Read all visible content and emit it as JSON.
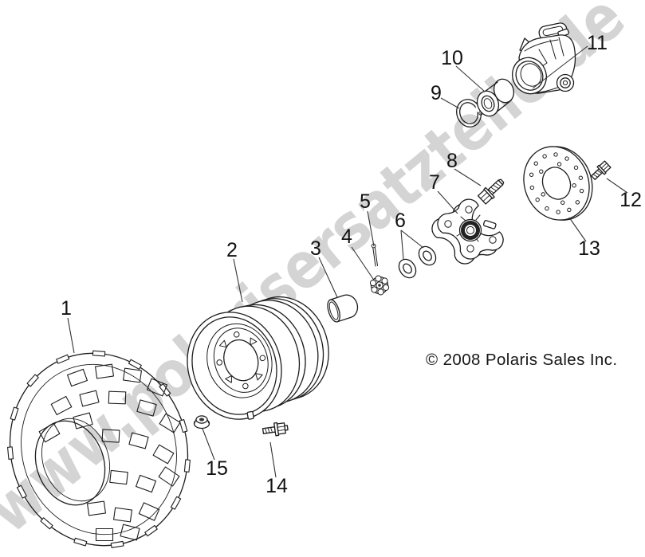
{
  "diagram": {
    "watermark": "www.polarisersatzteile.de",
    "copyright": "© 2008 Polaris Sales Inc.",
    "colors": {
      "line": "#1c1c1c",
      "label": "#111111",
      "watermark_fill": "#d4d4d4",
      "watermark_halo": "#ffffff",
      "background": "#ffffff"
    },
    "callouts": [
      {
        "label": "1"
      },
      {
        "label": "2"
      },
      {
        "label": "3"
      },
      {
        "label": "4"
      },
      {
        "label": "5"
      },
      {
        "label": "6"
      },
      {
        "label": "7"
      },
      {
        "label": "8"
      },
      {
        "label": "9"
      },
      {
        "label": "10"
      },
      {
        "label": "11"
      },
      {
        "label": "12"
      },
      {
        "label": "13"
      },
      {
        "label": "14"
      },
      {
        "label": "15"
      }
    ]
  }
}
